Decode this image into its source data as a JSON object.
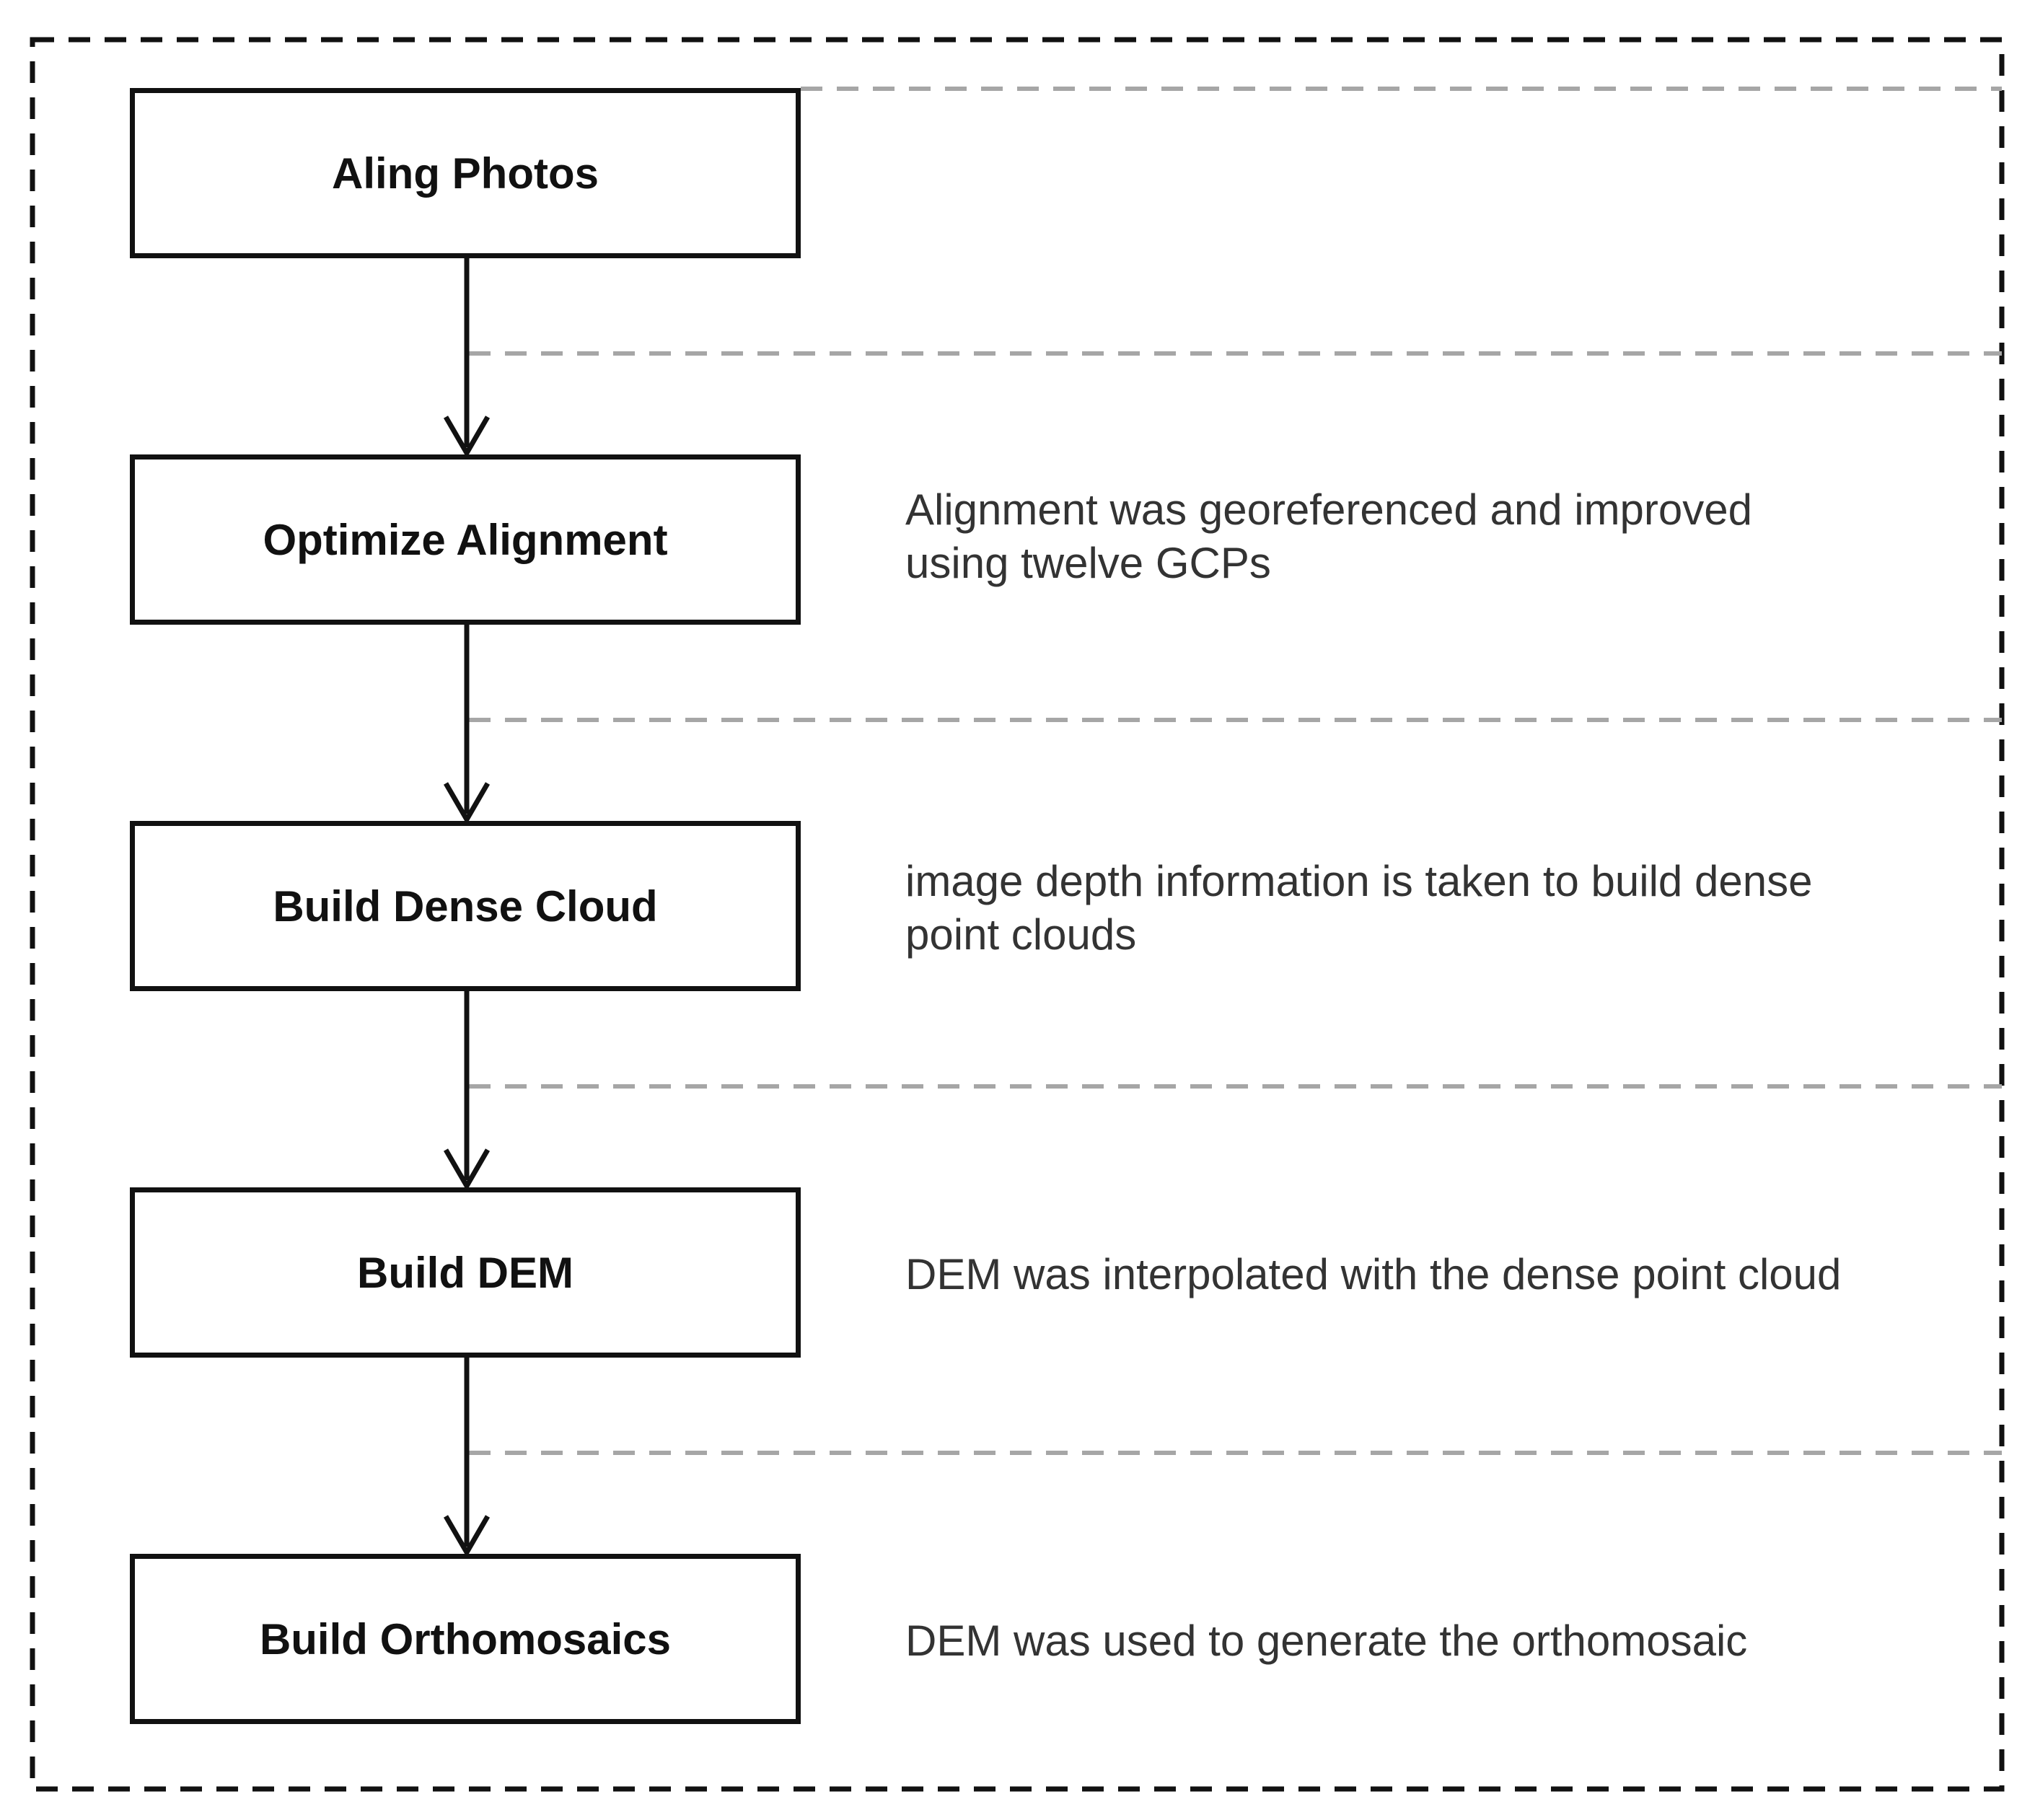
{
  "colors": {
    "outer_border": "#111111",
    "separator": "#a6a6a6",
    "box_border": "#111111",
    "arrow": "#111111",
    "note_text": "#333333"
  },
  "steps": [
    {
      "label": "Aling Photos",
      "note": ""
    },
    {
      "label": "Optimize Alignment",
      "note": "Alignment was georeferenced and improved\nusing twelve GCPs"
    },
    {
      "label": "Build Dense Cloud",
      "note": "image depth information is taken to build dense\npoint clouds"
    },
    {
      "label": "Build DEM",
      "note": "DEM was interpolated with the dense point cloud"
    },
    {
      "label": "Build Orthomosaics",
      "note": "DEM was used to generate the orthomosaic"
    }
  ]
}
